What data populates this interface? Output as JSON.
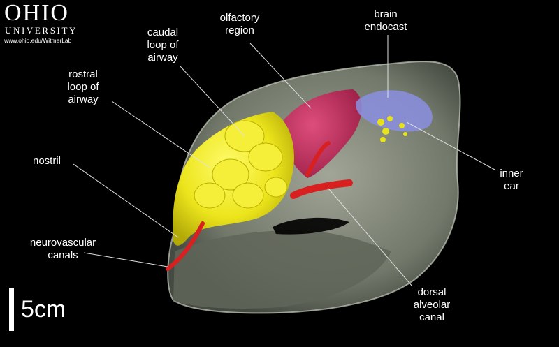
{
  "logo": {
    "title": "OHIO",
    "subtitle": "UNIVERSITY",
    "url": "www.ohio.edu/WitmerLab"
  },
  "labels": {
    "caudal_loop": [
      "caudal",
      "loop of",
      "airway"
    ],
    "olfactory": [
      "olfactory",
      "region"
    ],
    "brain": [
      "brain",
      "endocast"
    ],
    "rostral_loop": [
      "rostral",
      "loop of",
      "airway"
    ],
    "nostril": [
      "nostril"
    ],
    "inner_ear": [
      "inner",
      "ear"
    ],
    "neurovascular": [
      "neurovascular",
      "canals"
    ],
    "dorsal_alveolar": [
      "dorsal",
      "alveolar",
      "canal"
    ]
  },
  "scale": {
    "label": "5cm"
  },
  "colors": {
    "background": "#000000",
    "skull": "#8f9685",
    "airway": "#e8e21a",
    "olfactory": "#c8285a",
    "brain": "#8a8fe0",
    "canal": "#d82020",
    "label_text": "#ffffff",
    "leader_line": "#e0e0e0"
  }
}
